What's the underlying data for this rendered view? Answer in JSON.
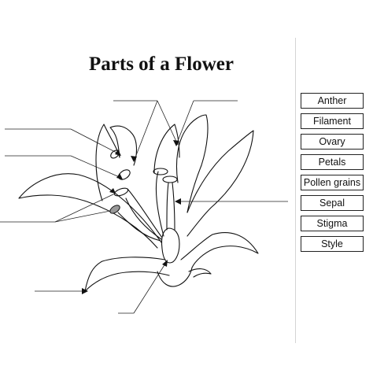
{
  "title": "Parts of a Flower",
  "word_bank": [
    "Anther",
    "Filament",
    "Ovary",
    "Petals",
    "Pollen grains",
    "Sepal",
    "Stigma",
    "Style"
  ]
}
